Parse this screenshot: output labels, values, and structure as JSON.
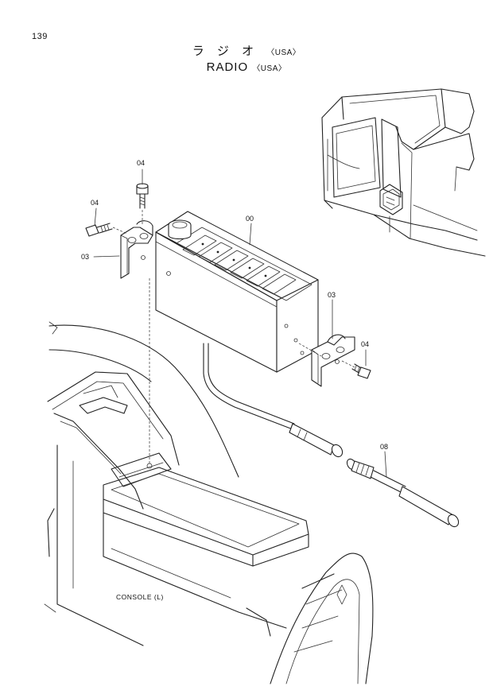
{
  "page": {
    "number": "139"
  },
  "title": {
    "japanese": "ラ ジ オ",
    "japanese_region": "〈USA〉",
    "english": "RADIO",
    "english_region": "〈USA〉"
  },
  "callouts": {
    "radio": "00",
    "bracket_left": "03",
    "bracket_right": "03",
    "bolt_top": "04",
    "bolt_left": "04",
    "bolt_right": "04",
    "antenna_cable": "08"
  },
  "labels": {
    "console": "CONSOLE (L)"
  }
}
